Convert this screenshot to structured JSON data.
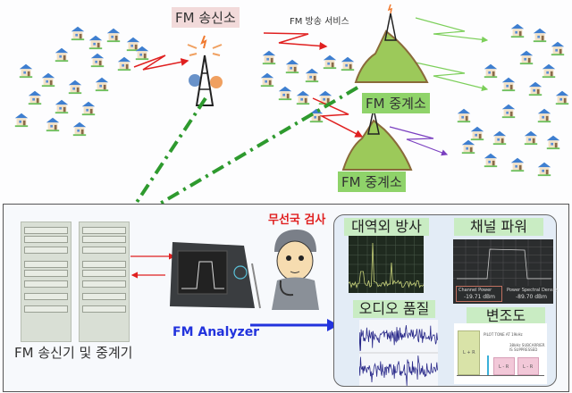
{
  "top": {
    "transmitter_label": "FM 송신소",
    "service_label": "FM 방송 서비스",
    "repeater_label_1": "FM 중계소",
    "repeater_label_2": "FM 중계소"
  },
  "bottom": {
    "equipment_label": "FM 송신기 및 중계기",
    "analyzer_label": "FM Analyzer",
    "inspection_label": "무선국 검사"
  },
  "panel": {
    "spurious_label": "대역외 방사",
    "channel_power_label": "채널 파워",
    "audio_label": "오디오 품질",
    "modulation_label": "변조도",
    "channel_power": {
      "cp_title": "Channel Power",
      "cp_value": "-19.71 dBm",
      "psd_title": "Power Spectral Density",
      "psd_value": "-89.70 dBm"
    },
    "modulation": {
      "lr_sum": "L + R",
      "lr_diff_1": "L - R",
      "lr_diff_2": "L - R",
      "pilot_note": "PILOT TONE AT 19kHz",
      "subcarrier_note": "38kHz SUBCARRIER IS SUPPRESSED"
    }
  },
  "colors": {
    "link_green": "#2e9a2e",
    "signal_red": "#e02020",
    "analyzer_blue": "#2233dd",
    "inspection_red": "#e02020",
    "label_green_bg": "#8fd36a",
    "label_pink_bg": "#f2dada"
  }
}
